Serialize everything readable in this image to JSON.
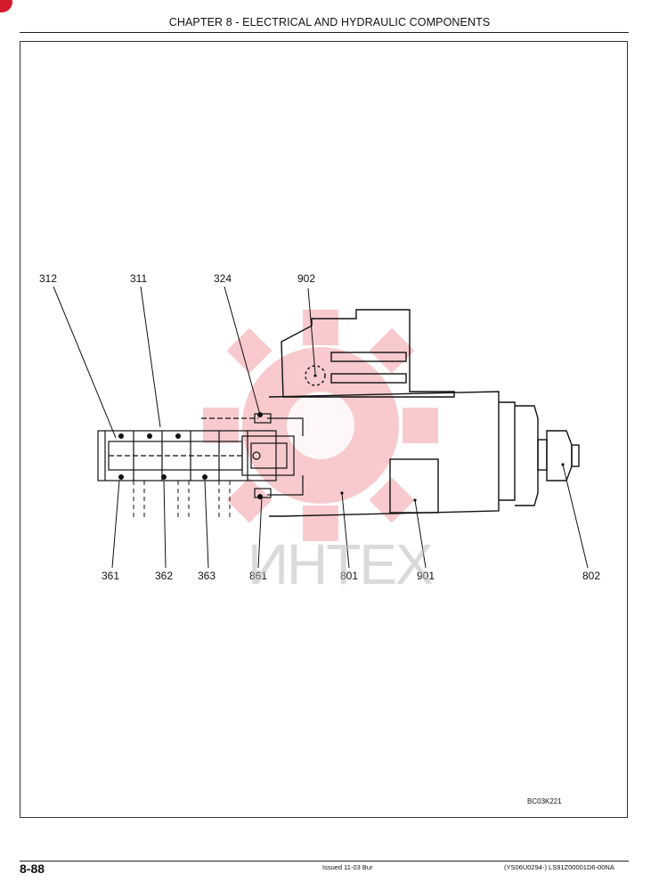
{
  "header": {
    "chapter_title": "CHAPTER 8 - ELECTRICAL AND HYDRAULIC COMPONENTS"
  },
  "figure": {
    "callouts": {
      "c312": "312",
      "c311": "311",
      "c324": "324",
      "c902": "902",
      "c361": "361",
      "c362": "362",
      "c363": "363",
      "c861": "861",
      "c801": "801",
      "c901": "901",
      "c802": "802"
    },
    "figure_code": "BC03K221",
    "watermark_text": "ИНТЕХ",
    "watermark_color": "#e8464f"
  },
  "footer": {
    "page_number": "8-88",
    "issued": "Issued 11-03   Bur",
    "doc_id": "(YS06U0294-)   LS91Z00001D6-00NA"
  }
}
